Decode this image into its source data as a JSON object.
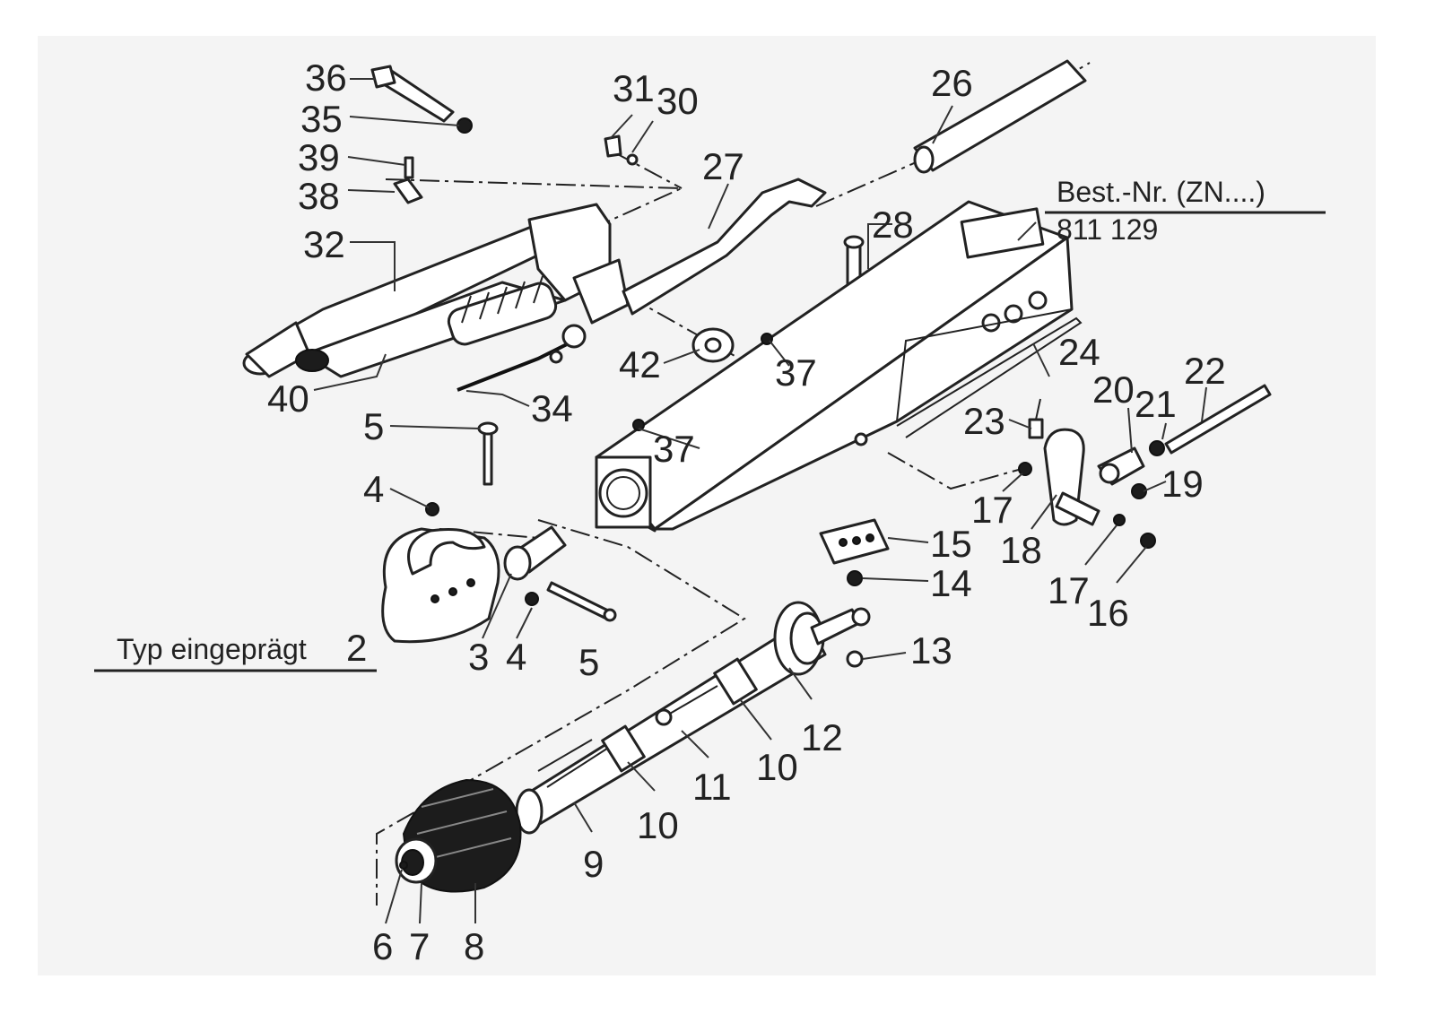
{
  "notes": {
    "order_no_label": "Best.-Nr. (ZN....)",
    "order_no_value": "811 129",
    "type_note": "Typ eingeprägt"
  },
  "callouts": {
    "p36": "36",
    "p35": "35",
    "p39": "39",
    "p38": "38",
    "p32": "32",
    "p40": "40",
    "p31": "31",
    "p30": "30",
    "p27": "27",
    "p26": "26",
    "p28": "28",
    "p42": "42",
    "p34": "34",
    "p37a": "37",
    "p37b": "37",
    "p5a": "5",
    "p4a": "4",
    "p2": "2",
    "p3": "3",
    "p4b": "4",
    "p5b": "5",
    "p24": "24",
    "p22": "22",
    "p20": "20",
    "p21": "21",
    "p23": "23",
    "p19": "19",
    "p17a": "17",
    "p18": "18",
    "p17b": "17",
    "p16": "16",
    "p15": "15",
    "p14": "14",
    "p13": "13",
    "p12": "12",
    "p10a": "10",
    "p11": "11",
    "p10b": "10",
    "p9": "9",
    "p6": "6",
    "p7": "7",
    "p8": "8"
  }
}
